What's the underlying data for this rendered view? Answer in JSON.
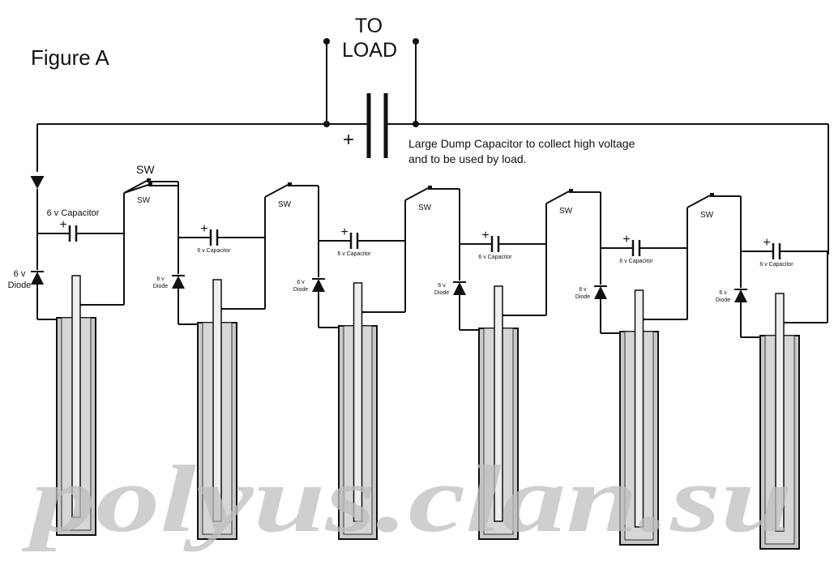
{
  "figure_label": "Figure A",
  "load_label_line1": "TO",
  "load_label_line2": "LOAD",
  "dump_cap_plus": "+",
  "dump_cap_note_line1": "Large Dump Capacitor to collect high voltage",
  "dump_cap_note_line2": "and to be used by load.",
  "watermark": "polyus.clan.su",
  "cells": [
    {
      "sw": "SW",
      "cap_line1": "6 v Capacitor",
      "cap_line2": "",
      "cap_plus": "+",
      "diode_line1": "6 v",
      "diode_line2": "Diode"
    },
    {
      "sw": "SW",
      "cap_line1": "6 v Capacitor",
      "cap_line2": "",
      "cap_plus": "+",
      "diode_line1": "6 v",
      "diode_line2": "Diode"
    },
    {
      "sw": "SW",
      "cap_line1": "6 v Capacitor",
      "cap_line2": "",
      "cap_plus": "+",
      "diode_line1": "6 v",
      "diode_line2": "Diode"
    },
    {
      "sw": "SW",
      "cap_line1": "6 v Capacitor",
      "cap_line2": "",
      "cap_plus": "+",
      "diode_line1": "6 v",
      "diode_line2": "Diode"
    },
    {
      "sw": "SW",
      "cap_line1": "6 v Capacitor",
      "cap_line2": "",
      "cap_plus": "+",
      "diode_line1": "6 v",
      "diode_line2": "Diode"
    },
    {
      "sw": "SW",
      "cap_line1": "6 v Capacitor",
      "cap_line2": "",
      "cap_plus": "+",
      "diode_line1": "6 v",
      "diode_line2": "Diode"
    }
  ]
}
